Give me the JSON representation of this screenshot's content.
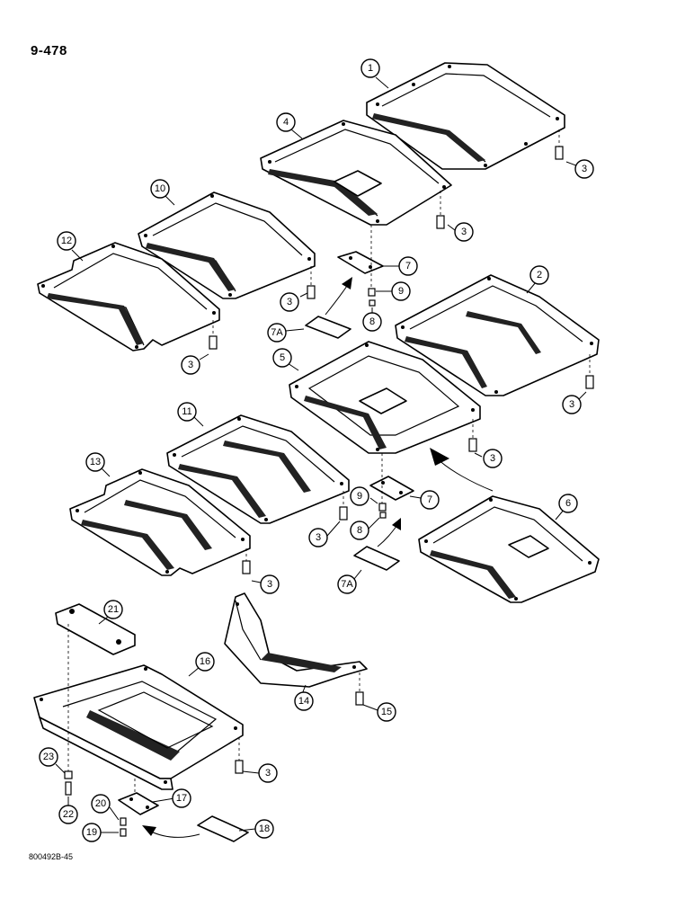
{
  "page_number": "9-478",
  "figure_code": "800492B-45",
  "parts": [
    {
      "label": "1"
    },
    {
      "label": "2"
    },
    {
      "label": "3"
    },
    {
      "label": "4"
    },
    {
      "label": "5"
    },
    {
      "label": "6"
    },
    {
      "label": "7"
    },
    {
      "label": "7A"
    },
    {
      "label": "8"
    },
    {
      "label": "9"
    },
    {
      "label": "10"
    },
    {
      "label": "11"
    },
    {
      "label": "12"
    },
    {
      "label": "13"
    },
    {
      "label": "14"
    },
    {
      "label": "15"
    },
    {
      "label": "16"
    },
    {
      "label": "17"
    },
    {
      "label": "18"
    },
    {
      "label": "19"
    },
    {
      "label": "20"
    },
    {
      "label": "21"
    },
    {
      "label": "22"
    },
    {
      "label": "23"
    }
  ]
}
